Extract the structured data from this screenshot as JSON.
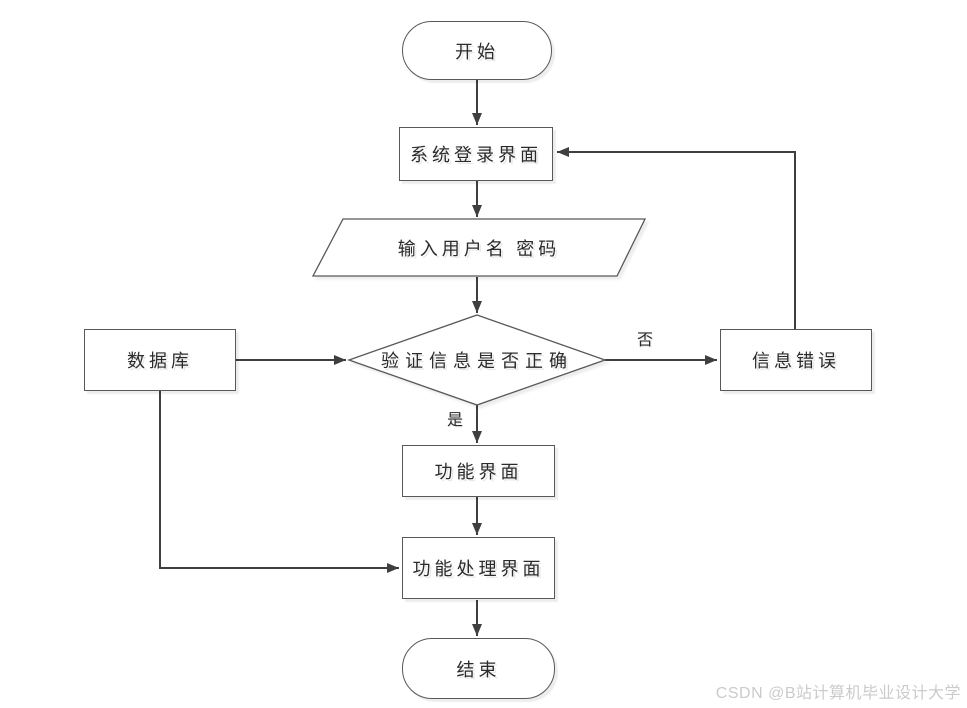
{
  "diagram": {
    "nodes": {
      "start": {
        "label": "开始",
        "type": "terminator"
      },
      "login": {
        "label": "系统登录界面",
        "type": "process"
      },
      "input": {
        "label": "输入用户名 密码",
        "type": "input-output"
      },
      "verify": {
        "label": "验证信息是否正确",
        "type": "decision"
      },
      "database": {
        "label": "数据库",
        "type": "process"
      },
      "error": {
        "label": "信息错误",
        "type": "process"
      },
      "function_ui": {
        "label": "功能界面",
        "type": "process"
      },
      "process_ui": {
        "label": "功能处理界面",
        "type": "process"
      },
      "end": {
        "label": "结束",
        "type": "terminator"
      }
    },
    "edges": [
      {
        "from": "start",
        "to": "login",
        "label": ""
      },
      {
        "from": "login",
        "to": "input",
        "label": ""
      },
      {
        "from": "input",
        "to": "verify",
        "label": ""
      },
      {
        "from": "verify",
        "to": "function_ui",
        "label": "是"
      },
      {
        "from": "verify",
        "to": "error",
        "label": "否"
      },
      {
        "from": "error",
        "to": "login",
        "label": ""
      },
      {
        "from": "database",
        "to": "verify",
        "label": ""
      },
      {
        "from": "database",
        "to": "process_ui",
        "label": ""
      },
      {
        "from": "function_ui",
        "to": "process_ui",
        "label": ""
      },
      {
        "from": "process_ui",
        "to": "end",
        "label": ""
      }
    ]
  },
  "watermark": {
    "text": "CSDN @B站计算机毕业设计大学"
  },
  "colors": {
    "background": "#ffffff",
    "shape_border": "#585858",
    "connector": "#3f3f3f",
    "text": "#2b2b2b",
    "watermark": "#cbcbcb"
  }
}
